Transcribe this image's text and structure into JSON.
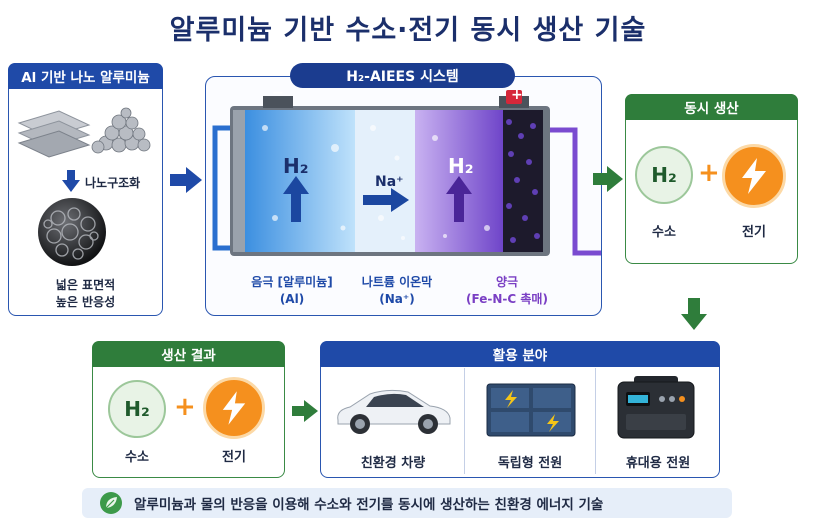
{
  "title": "알루미늄 기반 수소·전기 동시 생산 기술",
  "material": {
    "header": "Al 기반 나노 알루미늄",
    "process_label": "나노구조화",
    "benefit_line1": "넓은 표면적",
    "benefit_line2": "높은 반응성"
  },
  "system": {
    "title": "H₂-AIEES 시스템",
    "anode_h2": "H₂",
    "ion": "Na⁺",
    "cathode_h2": "H₂",
    "anode_label_1": "음극 [알루미늄]",
    "anode_label_2": "(Al)",
    "membrane_label_1": "나트륨 이온막",
    "membrane_label_2": "(Na⁺)",
    "cathode_label_1": "양극",
    "cathode_label_2": "(Fe-N-C 촉매)",
    "minus_sign": "−",
    "plus_sign": "+"
  },
  "simultaneous": {
    "header": "동시 생산",
    "h2": "H₂",
    "h2_caption": "수소",
    "elec_caption": "전기",
    "plus": "+"
  },
  "result": {
    "header": "생산 결과",
    "h2": "H₂",
    "h2_caption": "수소",
    "elec_caption": "전기",
    "plus": "+"
  },
  "applications": {
    "header": "활용 분야",
    "items": [
      {
        "label": "친환경 차량"
      },
      {
        "label": "독립형 전원"
      },
      {
        "label": "휴대용 전원"
      }
    ]
  },
  "footer": "알루미늄과 물의 반응을 이용해 수소와 전기를 동시에 생산하는 친환경 에너지 기술",
  "colors": {
    "navy": "#1f4aa8",
    "green": "#2f7d3b",
    "orange": "#f5901e"
  }
}
